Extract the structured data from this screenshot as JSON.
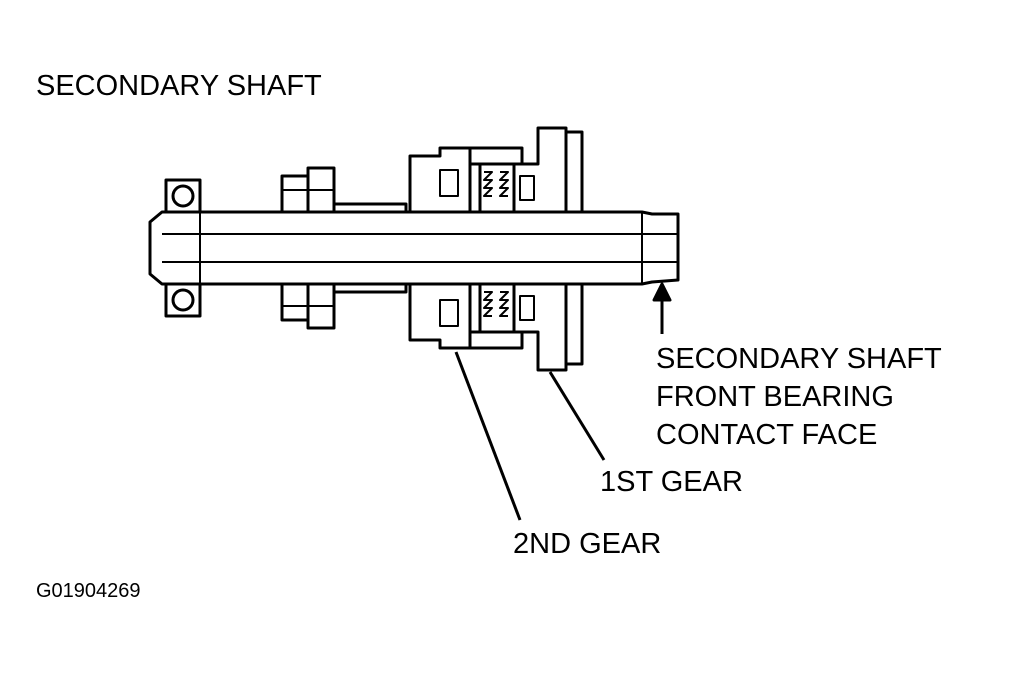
{
  "title": "SECONDARY SHAFT",
  "callouts": {
    "bearing_face": {
      "line1": "SECONDARY SHAFT",
      "line2": "FRONT BEARING",
      "line3": "CONTACT FACE"
    },
    "first_gear": "1ST GEAR",
    "second_gear": "2ND GEAR"
  },
  "figure_code": "G01904269",
  "colors": {
    "ink": "#000000",
    "paper": "#ffffff"
  }
}
